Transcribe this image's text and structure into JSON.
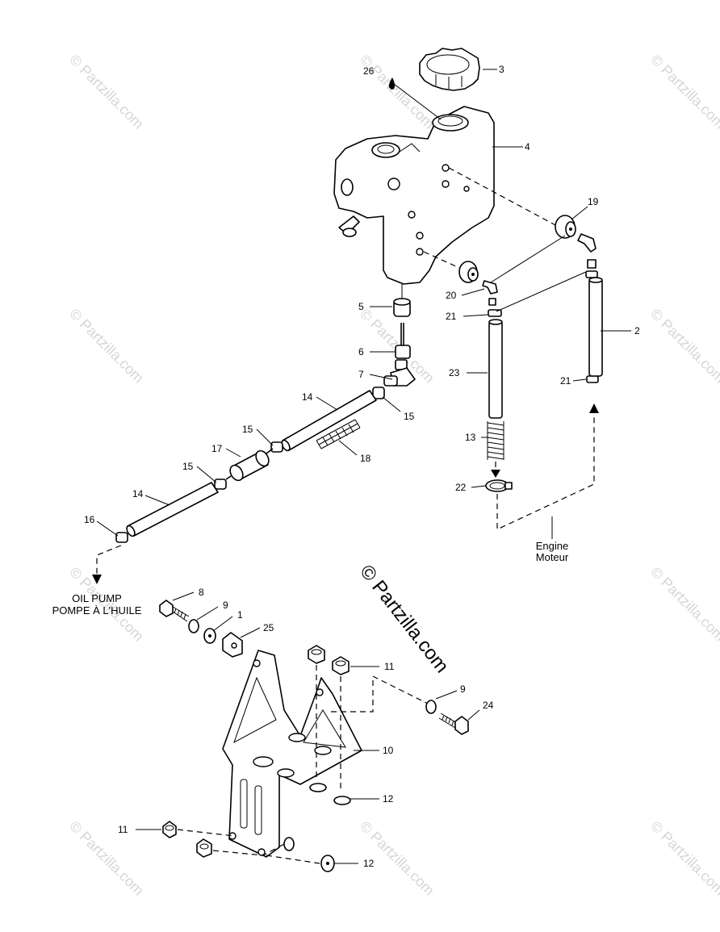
{
  "watermark": {
    "text": "© Partzilla.com",
    "center_text": "© Partzilla.com"
  },
  "labels": {
    "oil_pump_line1": "OIL PUMP",
    "oil_pump_line2": "POMPE À L'HUILE",
    "engine_line1": "Engine",
    "engine_line2": "Moteur"
  },
  "callouts": {
    "c1": "1",
    "c2": "2",
    "c3": "3",
    "c4": "4",
    "c5": "5",
    "c6": "6",
    "c7": "7",
    "c8": "8",
    "c9a": "9",
    "c9b": "9",
    "c10": "10",
    "c11a": "11",
    "c11b": "11",
    "c12a": "12",
    "c12b": "12",
    "c13": "13",
    "c14a": "14",
    "c14b": "14",
    "c15a": "15",
    "c15b": "15",
    "c15c": "15",
    "c16": "16",
    "c17": "17",
    "c18": "18",
    "c19": "19",
    "c20": "20",
    "c21a": "21",
    "c21b": "21",
    "c22": "22",
    "c23": "23",
    "c24": "24",
    "c25": "25",
    "c26": "26"
  }
}
